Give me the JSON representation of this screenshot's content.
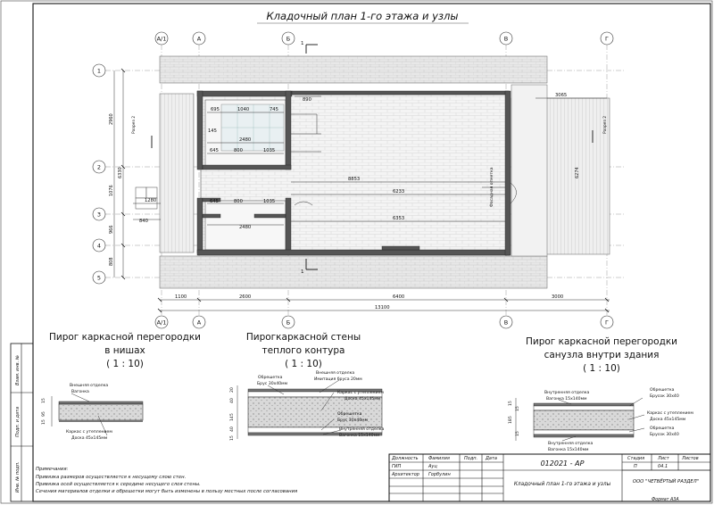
{
  "sheet_title": "Кладочный план 1-го этажа и узлы",
  "axes_top": [
    "А/1",
    "А",
    "Б",
    "В",
    "Г"
  ],
  "axes_bottom": [
    "А/1",
    "А",
    "Б",
    "В",
    "Г"
  ],
  "axes_left": [
    "1",
    "2",
    "3",
    "4",
    "5"
  ],
  "plan_dims": {
    "top_890": "890",
    "top_3065": "3065",
    "left_total": "2960",
    "left_mid": "6330",
    "left_1076": "1076",
    "left_966": "966",
    "left_808": "808",
    "room_695": "695",
    "room_1040": "1040",
    "room_745": "745",
    "room_145": "145",
    "room_2480a": "2480",
    "room_645a": "645",
    "room_800a": "800",
    "room_1035a": "1035",
    "room_645b": "645",
    "room_800b": "800",
    "room_1035b": "1035",
    "room_2480b": "2480",
    "room_1280": "1280",
    "room_840": "840",
    "main_8853": "8853",
    "main_6233": "6233",
    "main_6353": "6353",
    "main_6274": "6274",
    "bottom_1100": "1100",
    "bottom_2600": "2600",
    "bottom_6400": "6400",
    "bottom_3000": "3000",
    "bottom_total": "13100"
  },
  "section_labels": {
    "top": "1",
    "bottom": "1",
    "left": "Разрез 2",
    "right": "Разрез 2"
  },
  "side_note": "Фасадная отметка",
  "nodes": [
    {
      "title_l1": "Пирог каркасной перегородки",
      "title_l2": "в нишах",
      "scale": "( 1 : 10)",
      "dims": [
        "15",
        "95",
        "15"
      ],
      "callouts": [
        {
          "l1": "Внешняя отделка",
          "l2": "Вагонка"
        },
        {
          "l1": "Каркас с утеплением",
          "l2": "Доска 45х145мм"
        }
      ]
    },
    {
      "title_l1": "Пирогкаркасной стены",
      "title_l2": "теплого контура",
      "scale": "( 1 : 10)",
      "dims": [
        "20",
        "40",
        "145",
        "40",
        "15"
      ],
      "callouts": [
        {
          "l1": "Обрешетка",
          "l2": "Брус 30х40мм"
        },
        {
          "l1": "Внешняя отделка",
          "l2": "Имитация бруса 20мм"
        },
        {
          "l1": "Каркас с утеплением",
          "l2": "Доска 45х145мм"
        },
        {
          "l1": "Обрешетка",
          "l2": "Брус 30х40мм"
        },
        {
          "l1": "Внутренняя отделка",
          "l2": "Вагонка 15х140мм"
        }
      ]
    },
    {
      "title_l1": "Пирог каркасной перегородки",
      "title_l2": "санузла внутри здания",
      "scale": "( 1 : 10)",
      "dims": [
        "15",
        "15",
        "185",
        "15"
      ],
      "callouts": [
        {
          "l1": "Обрешетка",
          "l2": "Брусок 30х40"
        },
        {
          "l1": "Внутренняя отделка",
          "l2": "Вагонка 15х140мм"
        },
        {
          "l1": "Каркас с утеплением",
          "l2": "Доска 45х145мм"
        },
        {
          "l1": "Обрешетка",
          "l2": "Брусок 30х40"
        },
        {
          "l1": "Внутренняя отделка",
          "l2": "Вагонка 15х140мм"
        }
      ]
    }
  ],
  "notes": {
    "heading": "Примечания:",
    "lines": [
      "Привязка размеров осуществляется к несущему слою стен.",
      "Привязка осей осуществляется к середине несущего слоя стены.",
      "Сечения материалов отделки и обрешетки могут быть изменены в пользу местных после согласования"
    ]
  },
  "margin_labels": [
    "Взам. инв. №",
    "Подп. и дата",
    "Инв. № подп."
  ],
  "stamp": {
    "head": [
      "Должность",
      "Фамилия",
      "Подп.",
      "Дата"
    ],
    "rows": [
      {
        "role": "ГИП",
        "name": "Ауц"
      },
      {
        "role": "Архитектор",
        "name": "Горбулин"
      }
    ],
    "doc_code": "012021 - АР",
    "sheet_name": "Кладочный план 1-го этажа и узлы",
    "col_heads": [
      "Стадия",
      "Лист",
      "Листов"
    ],
    "stage": "П",
    "sheet": "04.1",
    "sheets": "",
    "company": "ООО \"ЧЕТВЁРТЫЙ РАЗДЕЛ\"",
    "format": "Формат А3А"
  }
}
